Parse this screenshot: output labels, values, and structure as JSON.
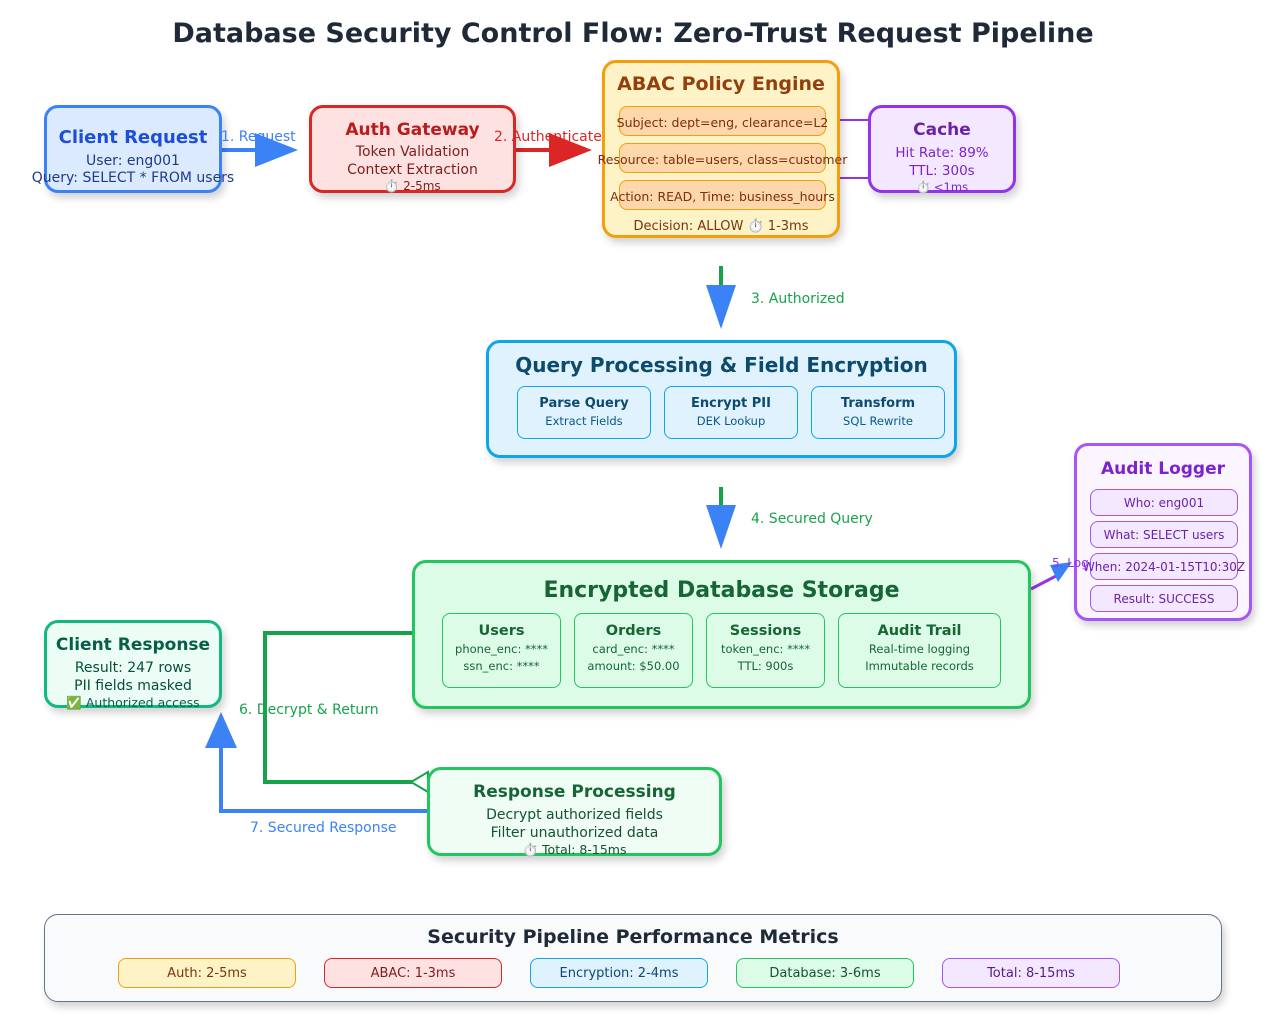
{
  "title": "Database Security Control Flow: Zero-Trust Request Pipeline",
  "client_request": {
    "title": "Client Request",
    "line1": "User: eng001",
    "line2": "Query: SELECT * FROM users"
  },
  "auth_gateway": {
    "title": "Auth Gateway",
    "line1": "Token Validation",
    "line2": "Context Extraction",
    "line3": "⏱️ 2-5ms"
  },
  "abac": {
    "title": "ABAC Policy Engine",
    "rules": [
      "Subject: dept=eng, clearance=L2",
      "Resource: table=users, class=customer",
      "Action: READ, Time: business_hours"
    ],
    "decision": "Decision: ALLOW ⏱️ 1-3ms"
  },
  "cache": {
    "title": "Cache",
    "line1": "Hit Rate: 89%",
    "line2": "TTL: 300s",
    "line3": "⏱️ <1ms"
  },
  "query_processing": {
    "title": "Query Processing & Field Encryption",
    "steps": [
      {
        "title": "Parse Query",
        "sub": "Extract Fields"
      },
      {
        "title": "Encrypt PII",
        "sub": "DEK Lookup"
      },
      {
        "title": "Transform",
        "sub": "SQL Rewrite"
      }
    ]
  },
  "database": {
    "title": "Encrypted Database Storage",
    "tables": [
      {
        "title": "Users",
        "line1": "phone_enc: ****",
        "line2": "ssn_enc: ****"
      },
      {
        "title": "Orders",
        "line1": "card_enc: ****",
        "line2": "amount: $50.00"
      },
      {
        "title": "Sessions",
        "line1": "token_enc: ****",
        "line2": "TTL: 900s"
      },
      {
        "title": "Audit Trail",
        "line1": "Real-time logging",
        "line2": "Immutable records"
      }
    ]
  },
  "audit_logger": {
    "title": "Audit Logger",
    "entries": [
      "Who: eng001",
      "What: SELECT users",
      "When: 2024-01-15T10:30Z",
      "Result: SUCCESS"
    ]
  },
  "client_response": {
    "title": "Client Response",
    "line1": "Result: 247 rows",
    "line2": "PII fields masked",
    "line3": "✅ Authorized access"
  },
  "response_processing": {
    "title": "Response Processing",
    "line1": "Decrypt authorized fields",
    "line2": "Filter unauthorized data",
    "line3": "⏱️ Total: 8-15ms"
  },
  "edges": {
    "e1": "1. Request",
    "e2": "2. Authenticate",
    "e3": "3. Authorized",
    "e4": "4. Secured Query",
    "e5": "5. Log",
    "e6": "6. Decrypt & Return",
    "e7": "7. Secured Response"
  },
  "metrics": {
    "title": "Security Pipeline Performance Metrics",
    "items": [
      "Auth: 2-5ms",
      "ABAC: 1-3ms",
      "Encryption: 2-4ms",
      "Database: 3-6ms",
      "Total: 8-15ms"
    ]
  },
  "colors": {
    "blue": "#3b82f6",
    "red": "#dc2626",
    "amber": "#f59e0b",
    "purple": "#9333ea",
    "green": "#16a34a",
    "sky": "#0ea5e9",
    "blue_text": "#1d4ed8",
    "green_text": "#15803d"
  }
}
